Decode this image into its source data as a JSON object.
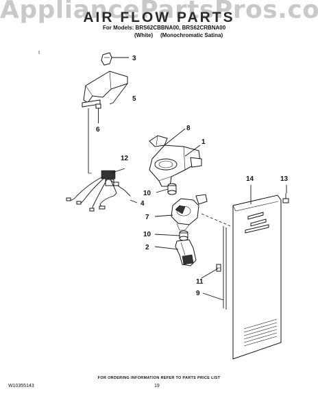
{
  "watermark": "AppliancePartsPros.com",
  "header": {
    "title": "AIR FLOW PARTS",
    "models": "For Models: BRS62CBBNA00, BRS62CRBNA00",
    "variant_a": "(White)",
    "variant_b": "(Monochromatic Satina)"
  },
  "footer": {
    "ordering_note": "FOR ORDERING INFORMATION REFER TO PARTS PRICE LIST",
    "doc_number": "W10355143",
    "page_number": "19"
  },
  "callouts": {
    "c1": "1",
    "c2": "2",
    "c3": "3",
    "c4": "4",
    "c5": "5",
    "c6": "6",
    "c7": "7",
    "c8": "8",
    "c9": "9",
    "c10a": "10",
    "c10b": "10",
    "c11": "11",
    "c12": "12",
    "c13": "13",
    "c14": "14"
  },
  "colors": {
    "ink": "#111111",
    "watermark": "#c9c9c9"
  }
}
